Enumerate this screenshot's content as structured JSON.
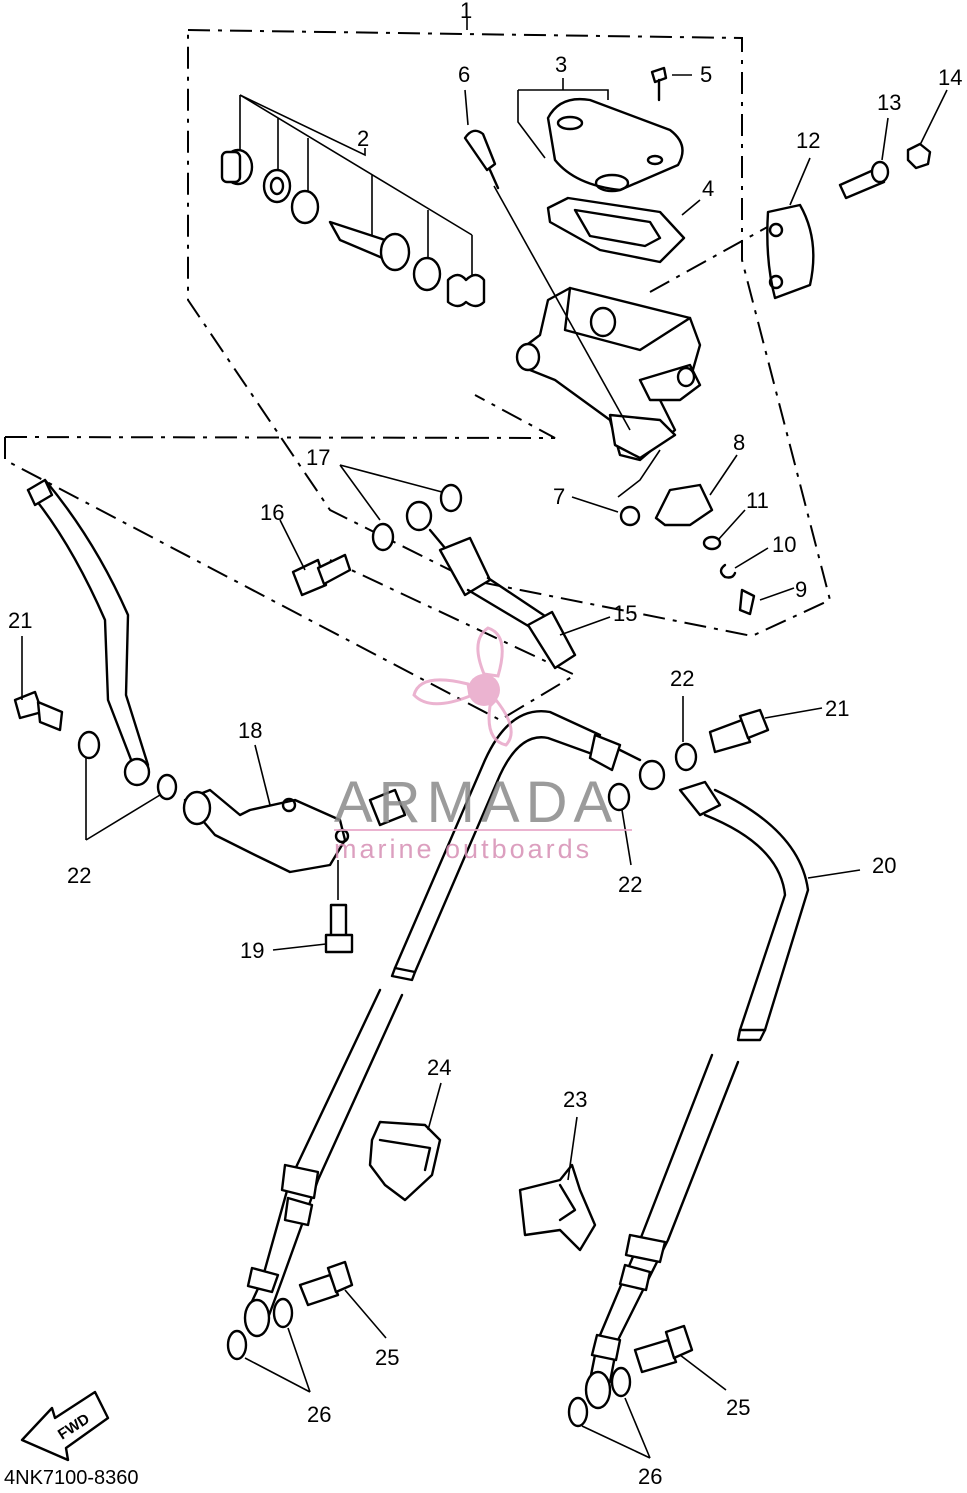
{
  "diagram": {
    "diagram_code": "4NK7100-8360",
    "fwd_label": "FWD",
    "callouts": [
      {
        "id": "c1",
        "label": "1"
      },
      {
        "id": "c2",
        "label": "2"
      },
      {
        "id": "c3",
        "label": "3"
      },
      {
        "id": "c4",
        "label": "4"
      },
      {
        "id": "c5",
        "label": "5"
      },
      {
        "id": "c6",
        "label": "6"
      },
      {
        "id": "c7",
        "label": "7"
      },
      {
        "id": "c8",
        "label": "8"
      },
      {
        "id": "c9",
        "label": "9"
      },
      {
        "id": "c10",
        "label": "10"
      },
      {
        "id": "c11",
        "label": "11"
      },
      {
        "id": "c12",
        "label": "12"
      },
      {
        "id": "c13",
        "label": "13"
      },
      {
        "id": "c14",
        "label": "14"
      },
      {
        "id": "c15",
        "label": "15"
      },
      {
        "id": "c16",
        "label": "16"
      },
      {
        "id": "c17",
        "label": "17"
      },
      {
        "id": "c18",
        "label": "18"
      },
      {
        "id": "c19",
        "label": "19"
      },
      {
        "id": "c20",
        "label": "20"
      },
      {
        "id": "c21a",
        "label": "21"
      },
      {
        "id": "c21b",
        "label": "21"
      },
      {
        "id": "c22a",
        "label": "22"
      },
      {
        "id": "c22b",
        "label": "22"
      },
      {
        "id": "c22c",
        "label": "22"
      },
      {
        "id": "c23",
        "label": "23"
      },
      {
        "id": "c24",
        "label": "24"
      },
      {
        "id": "c25a",
        "label": "25"
      },
      {
        "id": "c25b",
        "label": "25"
      },
      {
        "id": "c26a",
        "label": "26"
      },
      {
        "id": "c26b",
        "label": "26"
      }
    ]
  },
  "watermark": {
    "brand": "ARMADA",
    "tagline": "marine outboards",
    "logo_color": "#e8a6c8",
    "text_color": "#8a8a8a"
  }
}
